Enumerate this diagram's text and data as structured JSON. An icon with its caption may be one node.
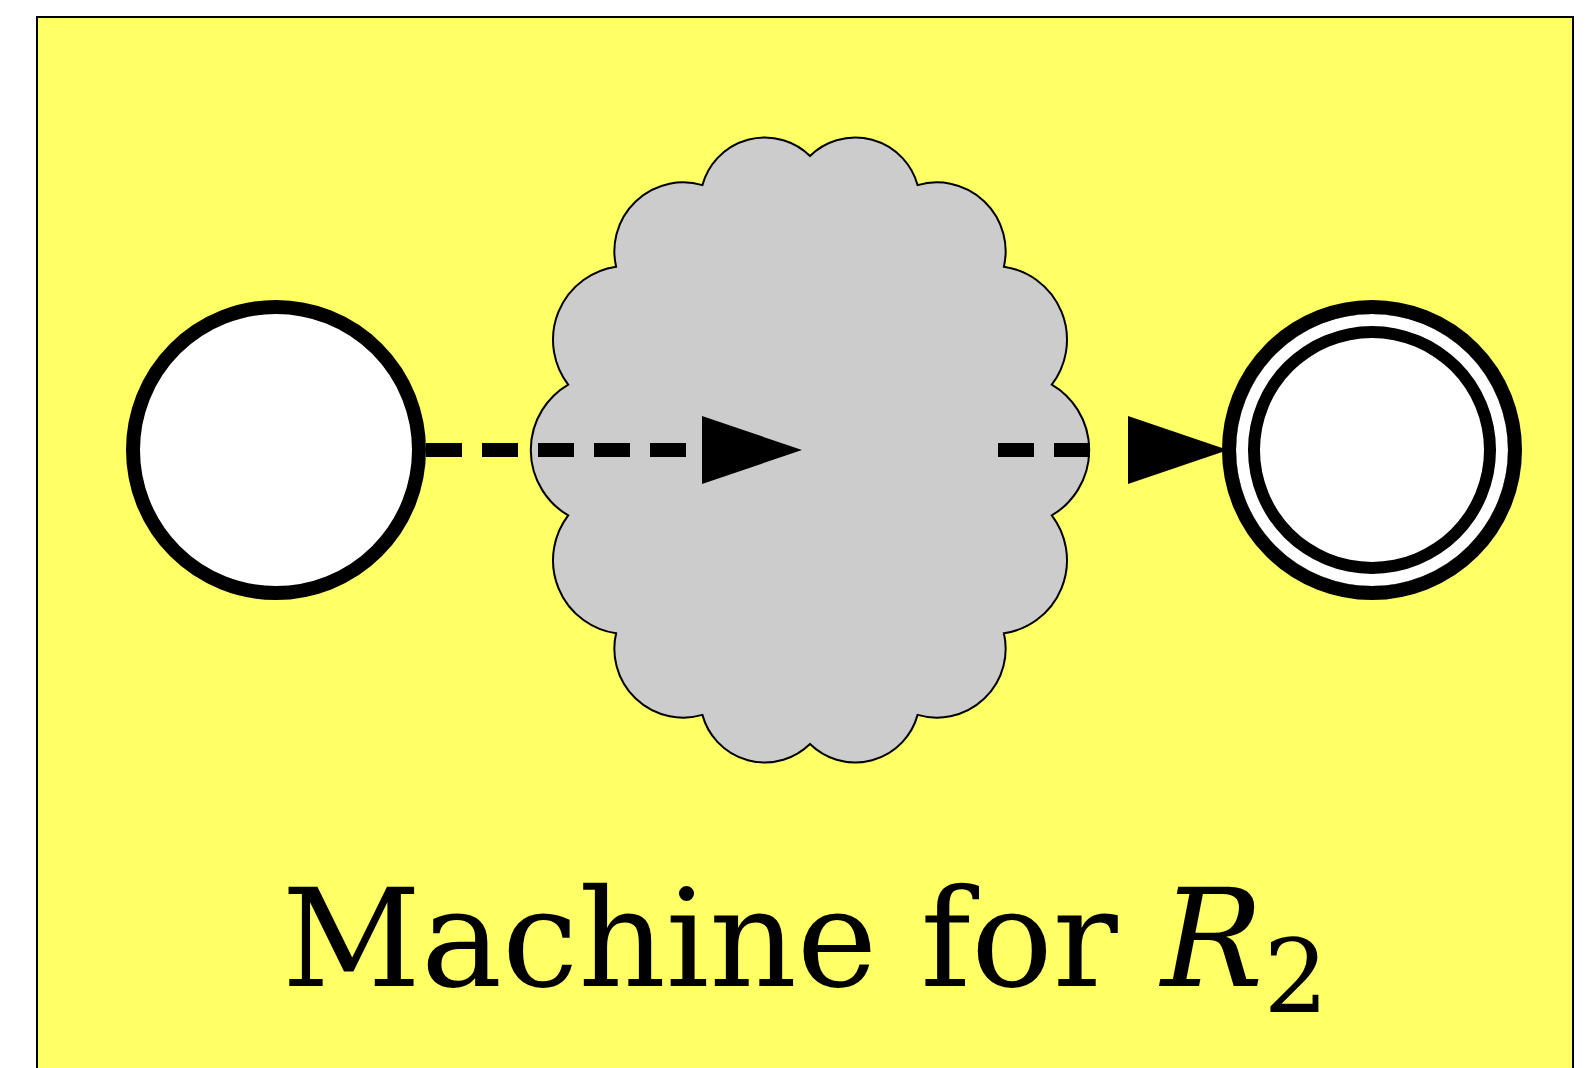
{
  "diagram": {
    "nodes": [
      {
        "text": [
          "Machine for *R*$_{2}$"
        ]
      },
      {
        "text": [],
        "shape": "circle",
        "in": 0
      },
      {
        "text": [],
        "shape": "cloud",
        "in": 0
      },
      {
        "text": [],
        "shape": "circle",
        "in": 0
      }
    ],
    "edges": [
      {
        "from": 1,
        "to": 2,
        "arrow": "to",
        "style": "dashed"
      },
      {
        "from": 2,
        "to": 3,
        "arrow": "to",
        "style": "dashed"
      }
    ]
  }
}
